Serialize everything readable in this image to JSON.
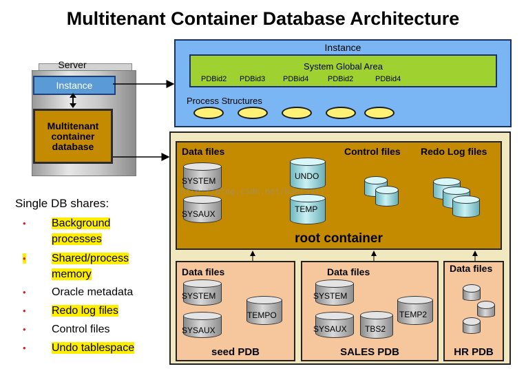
{
  "title": "Multitenant Container Database Architecture",
  "server": {
    "label": "Server",
    "instance_label": "Instance",
    "database_label": "Multitenant container database"
  },
  "instance": {
    "label": "Instance",
    "sga": {
      "label": "System Global Area",
      "pdb_ids": [
        "PDBid2",
        "PDBid3",
        "PDBid4",
        "PDBid2",
        "PDBid4"
      ]
    },
    "process_label": "Process Structures",
    "process_count": 5
  },
  "root_container": {
    "title": "root container",
    "data_files_label": "Data files",
    "control_files_label": "Control files",
    "redo_label": "Redo Log files",
    "datafiles": [
      "SYSTEM",
      "SYSAUX"
    ],
    "undo_temp": [
      "UNDO",
      "TEMP"
    ]
  },
  "pdbs": [
    {
      "name": "seed PDB",
      "data_files_label": "Data files",
      "files": [
        "SYSTEM",
        "SYSAUX",
        "TEMPO"
      ]
    },
    {
      "name": "SALES PDB",
      "data_files_label": "Data files",
      "files": [
        "SYSTEM",
        "SYSAUX",
        "TBS2",
        "TEMP2"
      ]
    },
    {
      "name": "HR PDB",
      "data_files_label": "Data files"
    }
  ],
  "shares": {
    "heading": "Single DB shares:",
    "items": [
      {
        "text": "Background processes",
        "highlighted": true
      },
      {
        "text": "Shared/process memory",
        "highlighted": true
      },
      {
        "text": "Oracle metadata",
        "highlighted": false
      },
      {
        "text": "Redo log files",
        "highlighted": true
      },
      {
        "text": "Control files",
        "highlighted": false
      },
      {
        "text": "Undo tablespace",
        "highlighted": true
      }
    ]
  },
  "watermarks": [
    "http://blog.csdn.net/haoroyjj"
  ],
  "colors": {
    "instance": "#7ab6f4",
    "sga": "#9fd230",
    "root": "#c48a00",
    "pdb": "#f6c69c",
    "highlight": "#ffee00",
    "bullet": "#d21e1e"
  }
}
